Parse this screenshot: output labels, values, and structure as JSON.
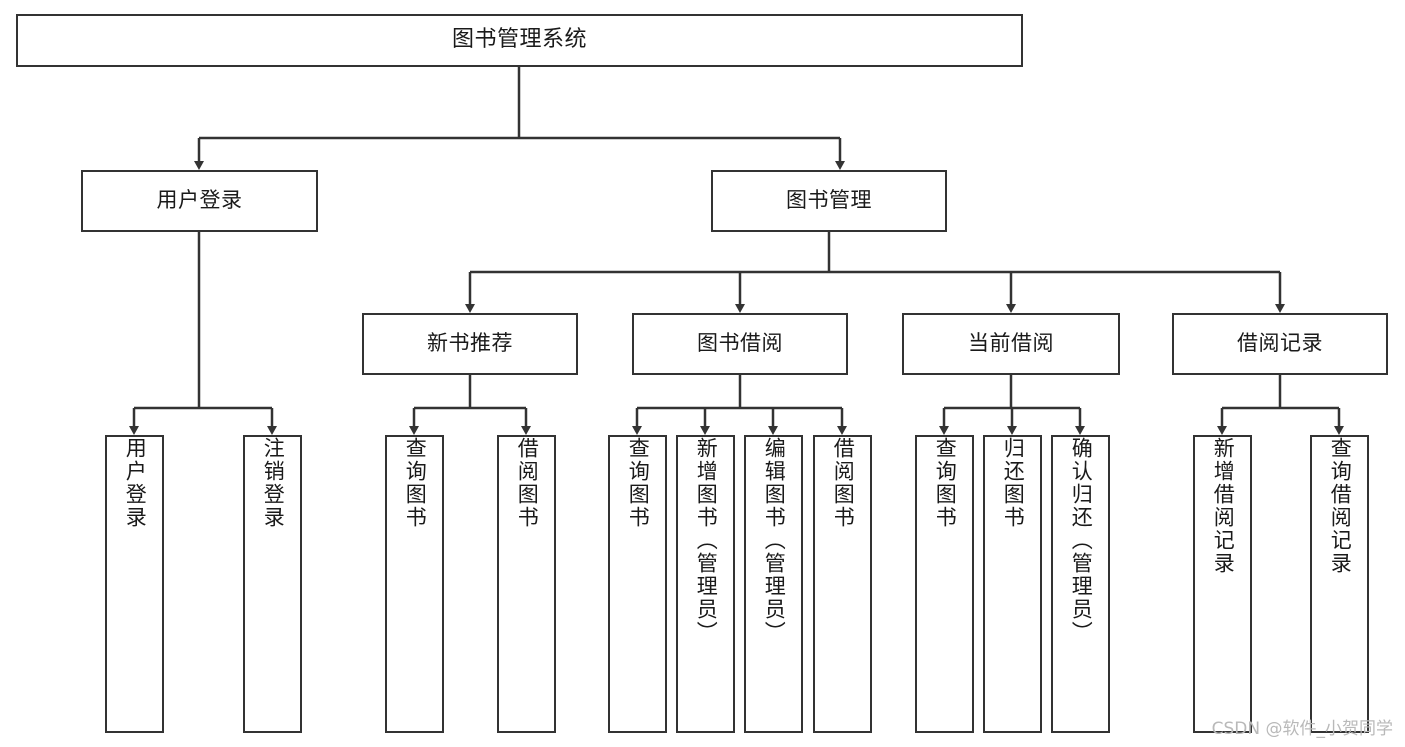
{
  "diagram": {
    "title": "图书管理系统",
    "watermark": "CSDN @软件_小贺同学",
    "stroke_color": "#333333",
    "fill_color": "#ffffff",
    "text_color": "#1a1a1a",
    "watermark_color": "#b9b9b9"
  },
  "nodes": {
    "root": {
      "label": "图书管理系统"
    },
    "level2": [
      {
        "label": "用户登录"
      },
      {
        "label": "图书管理"
      }
    ],
    "level3": [
      {
        "label": "新书推荐"
      },
      {
        "label": "图书借阅"
      },
      {
        "label": "当前借阅"
      },
      {
        "label": "借阅记录"
      }
    ],
    "leaves": {
      "user_login": [
        {
          "label": "用户登录"
        },
        {
          "label": "注销登录"
        }
      ],
      "new_book_recommend": [
        {
          "label": "查询图书"
        },
        {
          "label": "借阅图书"
        }
      ],
      "book_borrow": [
        {
          "label": "查询图书"
        },
        {
          "label": "新增图书（管理员）"
        },
        {
          "label": "编辑图书（管理员）"
        },
        {
          "label": "借阅图书"
        }
      ],
      "current_borrow": [
        {
          "label": "查询图书"
        },
        {
          "label": "归还图书"
        },
        {
          "label": "确认归还（管理员）"
        }
      ],
      "borrow_record": [
        {
          "label": "新增借阅记录"
        },
        {
          "label": "查询借阅记录"
        }
      ]
    }
  }
}
